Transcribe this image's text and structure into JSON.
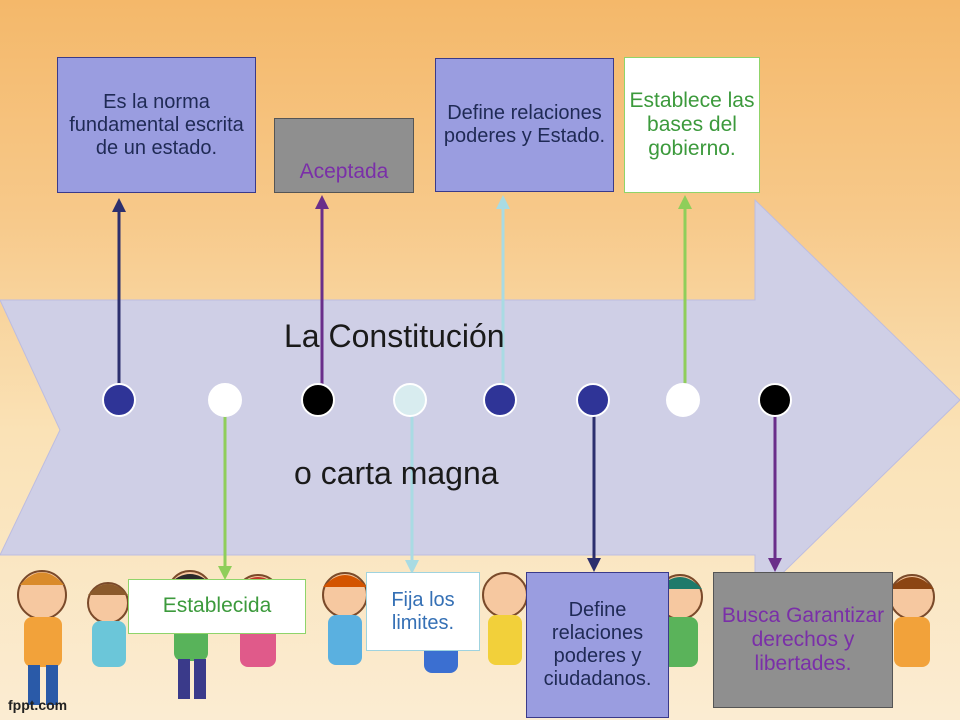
{
  "diagram": {
    "title_line1": "La Constitución",
    "title_line2": "o carta  magna",
    "top_boxes": [
      {
        "text": "Es la norma fundamental escrita de un estado."
      },
      {
        "text": "Aceptada"
      },
      {
        "text": "Define relaciones poderes y Estado."
      },
      {
        "text": "Establece las bases del gobierno."
      }
    ],
    "bottom_boxes": [
      {
        "text": "Establecida"
      },
      {
        "text": "Fija los limites."
      },
      {
        "text": "Define relaciones poderes y ciudadanos."
      },
      {
        "text": "Busca Garantizar derechos y libertades."
      }
    ],
    "colors": {
      "arrow": "#cfcfe6",
      "dot_navy": "#2f3497",
      "dot_black": "#000000",
      "dot_white": "#ffffff",
      "dot_light": "#d8ecef",
      "line_navy": "#2c2f6e",
      "line_purple": "#6a2e8a",
      "line_green": "#8fce5a",
      "line_cyan": "#a9dbe3"
    }
  },
  "footer": {
    "brand": "fppt.com"
  }
}
